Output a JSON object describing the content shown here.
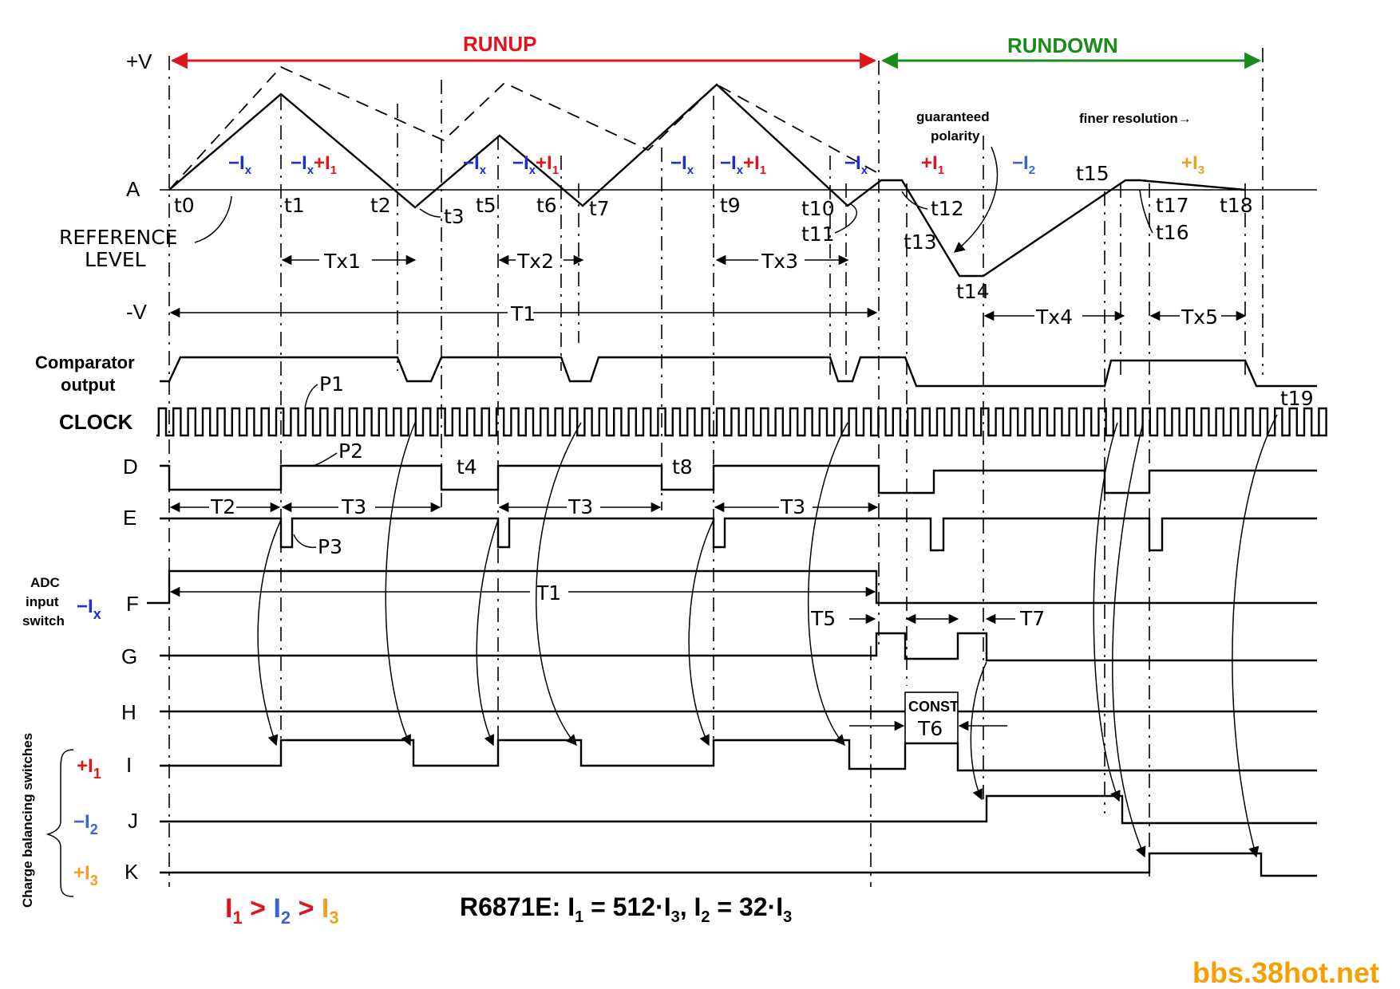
{
  "phases": {
    "runup": "RUNUP",
    "rundown": "RUNDOWN"
  },
  "colors": {
    "red": "#e0141c",
    "green": "#1a8a1a",
    "blue": "#1c2fd4",
    "blue2": "#3b63d6",
    "orange": "#f0a020",
    "watermark": "#f5a000"
  },
  "axis": {
    "plus_v": "+V",
    "minus_v": "-V",
    "a_label": "A",
    "reference_level": [
      "REFERENCE",
      "LEVEL"
    ]
  },
  "notes": {
    "guaranteed": [
      "guaranteed",
      "polarity"
    ],
    "finer": "finer resolution→"
  },
  "currents": {
    "minus_ix": "−I",
    "minus_ix_sub": "x",
    "plus_i1": "+I",
    "plus_i1_sub": "1",
    "minus_i2": "−I",
    "minus_i2_sub": "2",
    "plus_i3": "+I",
    "plus_i3_sub": "3"
  },
  "time_labels": [
    "t0",
    "t1",
    "t2",
    "t3",
    "t5",
    "t6",
    "t7",
    "t9",
    "t10",
    "t11",
    "t12",
    "t13",
    "t14",
    "t15",
    "t16",
    "t17",
    "t18",
    "t4",
    "t8",
    "t19"
  ],
  "intervals": [
    "Tx1",
    "Tx2",
    "Tx3",
    "Tx4",
    "Tx5",
    "T1",
    "T2",
    "T3",
    "T5",
    "T6",
    "T7"
  ],
  "pulses": [
    "P1",
    "P2",
    "P3"
  ],
  "const_label": "CONST",
  "signals": {
    "comparator": [
      "Comparator",
      "output"
    ],
    "clock": "CLOCK",
    "d": "D",
    "e": "E",
    "f": "F",
    "g": "G",
    "h": "H",
    "i": "I",
    "j": "J",
    "k": "K"
  },
  "adc_label": [
    "ADC",
    "input",
    "switch"
  ],
  "charge_label": "Charge balancing switches",
  "inequality": {
    "i": "I",
    "s1": "1",
    "gt": " > ",
    "s2": "2",
    "s3": "3"
  },
  "formula": {
    "prefix": "R6871E: I",
    "s1": "1",
    "mid": " = 512·I",
    "s3": "3",
    "sep": ", I",
    "s2": "2",
    "mid2": " = 32·I",
    "s3b": "3"
  },
  "watermark": "bbs.38hot.net"
}
